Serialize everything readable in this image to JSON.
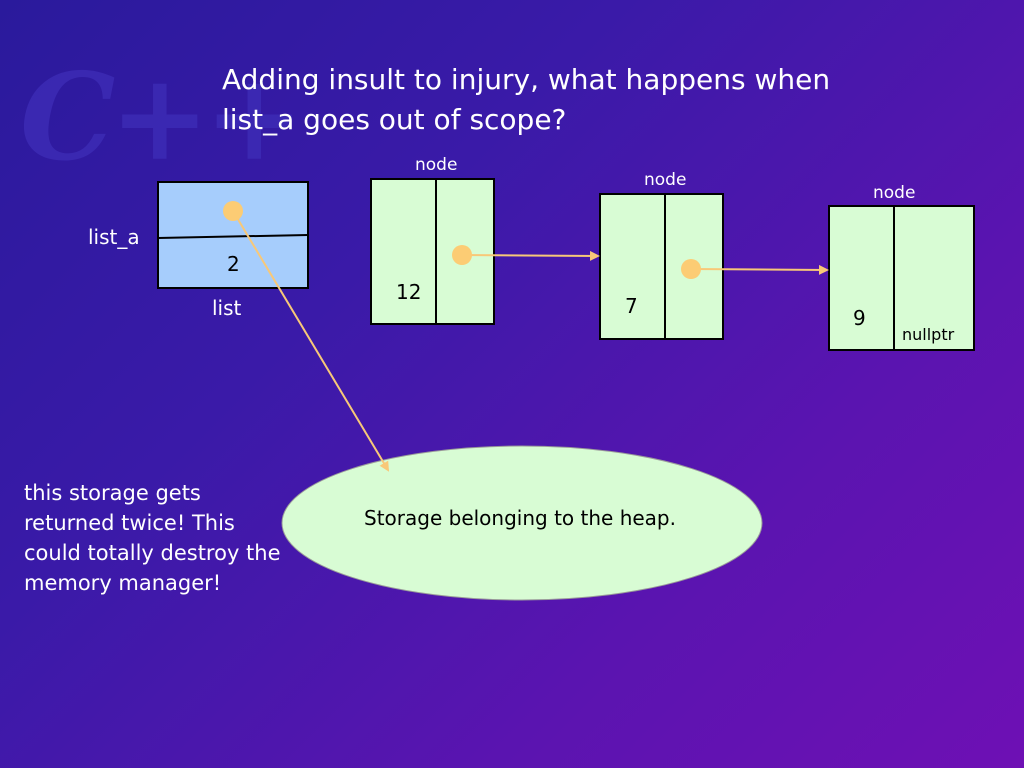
{
  "logo": "C++",
  "title": "Adding insult to injury, what happens when list_a goes out of scope?",
  "list": {
    "var_label": "list_a",
    "type_label": "list",
    "size_value": "2"
  },
  "nodes": [
    {
      "label": "node",
      "value": "12",
      "next": ""
    },
    {
      "label": "node",
      "value": "7",
      "next": ""
    },
    {
      "label": "node",
      "value": "9",
      "next": "nullptr"
    }
  ],
  "heap_label": "Storage belonging to the heap.",
  "note": "this storage gets returned twice! This could totally destroy the memory manager!",
  "colors": {
    "list_fill": "#a6cdfc",
    "node_fill": "#d8fcd4",
    "heap_fill": "#d8fcd4",
    "arrow": "#f8c878",
    "dot": "#fccc74"
  }
}
